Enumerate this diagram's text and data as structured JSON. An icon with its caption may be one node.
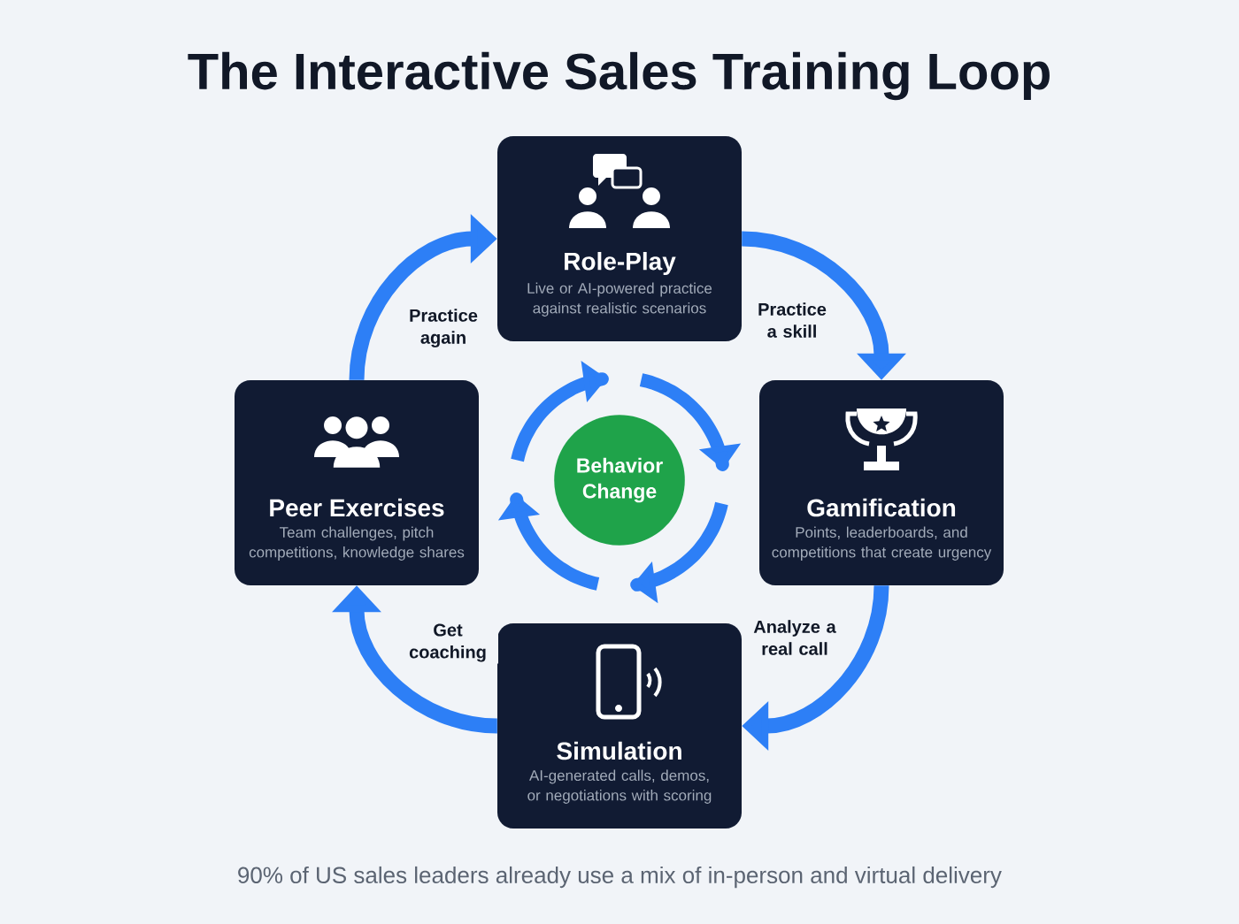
{
  "diagram": {
    "title": "The Interactive Sales Training Loop",
    "caption": "90% of US sales leaders already use a mix of in-person and virtual delivery",
    "nodes": [
      {
        "text": [
          "Role-Play",
          "Live or AI-powered practice against realistic scenarios"
        ]
      },
      {
        "text": [
          "Gamification",
          "Points, leaderboards, and competitions that create urgency"
        ]
      },
      {
        "text": [
          "Simulation",
          "AI-generated calls, demos, or negotiations with scoring"
        ]
      },
      {
        "text": [
          "Peer Exercises",
          "Team challenges, pitch competitions, knowledge shares"
        ]
      },
      {
        "text": [
          "Behavior Change"
        ]
      }
    ],
    "edges": [
      {
        "from": 0,
        "to": 1,
        "arrow": "to",
        "label": "Practice a skill"
      },
      {
        "from": 1,
        "to": 2,
        "arrow": "to",
        "label": "Analyze a real call"
      },
      {
        "from": 2,
        "to": 3,
        "arrow": "to",
        "label": "Get coaching"
      },
      {
        "from": 3,
        "to": 0,
        "arrow": "to",
        "label": "Practice again"
      }
    ]
  }
}
